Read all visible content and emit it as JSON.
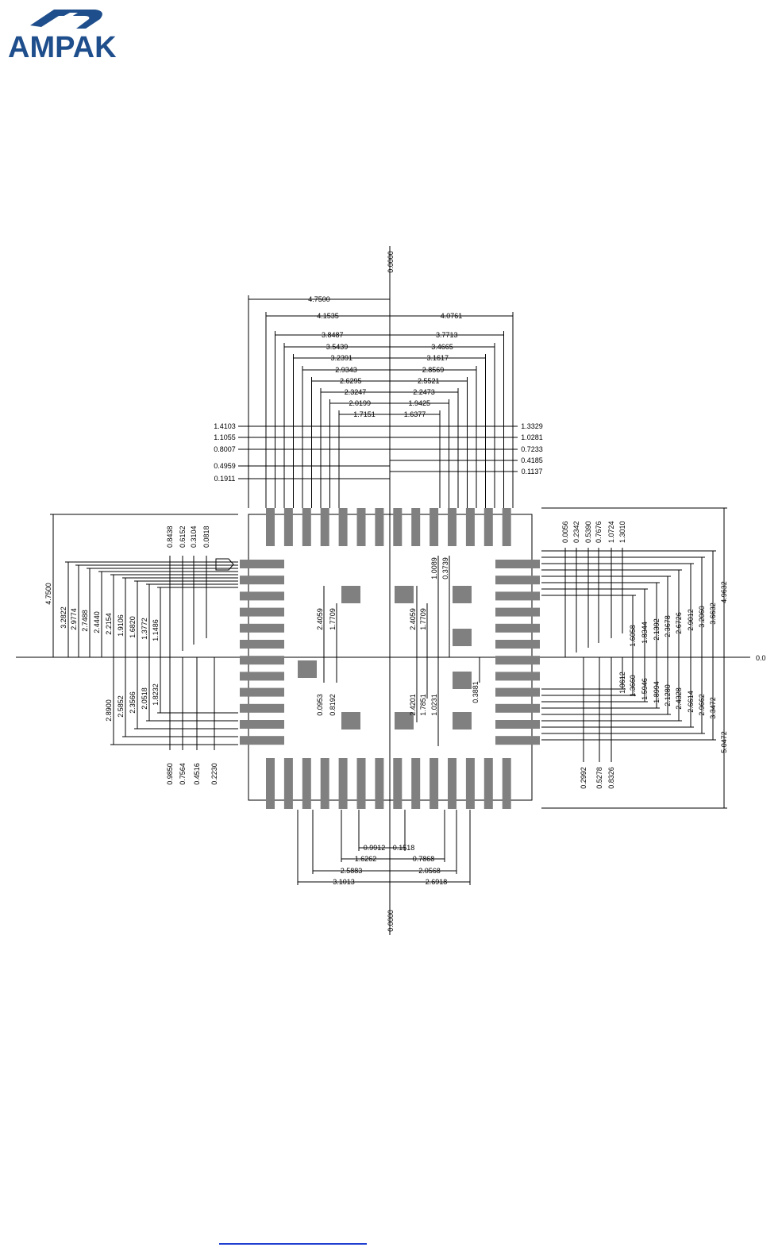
{
  "logo": {
    "text": "AMPAK",
    "color": "#1f4e8c"
  },
  "colors": {
    "pad": "#808080",
    "line": "#000000"
  },
  "center_labels": {
    "top": "0.0000",
    "bottom": "0.0000",
    "right": "0.0"
  },
  "top_dims": {
    "left": [
      "4.7500",
      "4.1535",
      "3.8487",
      "3.5439",
      "3.2391",
      "2.9343",
      "2.6295",
      "2.3247",
      "2.0199",
      "1.7151"
    ],
    "right": [
      "4.0761",
      "3.7713",
      "3.4665",
      "3.1617",
      "2.8569",
      "2.5521",
      "2.2473",
      "1.9425",
      "1.6377"
    ]
  },
  "top_side_dims": {
    "left": [
      "1.4103",
      "1.1055",
      "0.8007",
      "0.4959",
      "0.1911"
    ],
    "right": [
      "1.3329",
      "1.0281",
      "0.7233",
      "0.4185",
      "0.1137"
    ]
  },
  "left_vert_dims": {
    "upper": [
      "4.7500",
      "3.2822",
      "2.9774",
      "2.7488",
      "2.4440",
      "2.2154",
      "1.9106",
      "1.6820",
      "1.3772",
      "1.1486"
    ],
    "upper_top": [
      "0.8438",
      "0.6152",
      "0.3104",
      "0.0818"
    ],
    "lower": [
      "2.8900",
      "2.5852",
      "2.3566",
      "2.0518",
      "1.8232"
    ],
    "lower_bottom": [
      "0.9850",
      "0.7564",
      "0.4516",
      "0.2230"
    ]
  },
  "right_vert_dims": {
    "upper_top": [
      "0.0056",
      "0.2342",
      "0.5390",
      "0.7676",
      "1.0724",
      "1.3010"
    ],
    "upper": [
      "4.9632",
      "3.6632",
      "3.2060",
      "2.9012",
      "2.6726",
      "2.3678",
      "2.1392",
      "1.8344",
      "1.6058"
    ],
    "lower": [
      "5.0472",
      "3.3472",
      "2.9662",
      "2.6614",
      "2.4328",
      "2.1280",
      "1.8994",
      "1.5946",
      "1.3660",
      "1.0612"
    ],
    "lower_bottom": [
      "0.2992",
      "0.5278",
      "0.8326"
    ]
  },
  "inner_dims": {
    "left": [
      "2.4059",
      "1.7709",
      "0.0953",
      "0.8192"
    ],
    "right": [
      "2.4059",
      "1.7709",
      "1.0089",
      "0.3739",
      "2.4201",
      "1.7851",
      "1.0231",
      "0.3881"
    ]
  },
  "bottom_dims": {
    "left": [
      "0.9912",
      "1.6262",
      "2.5883",
      "3.1013"
    ],
    "right": [
      "0.1518",
      "0.7868",
      "2.0568",
      "2.6918"
    ]
  }
}
